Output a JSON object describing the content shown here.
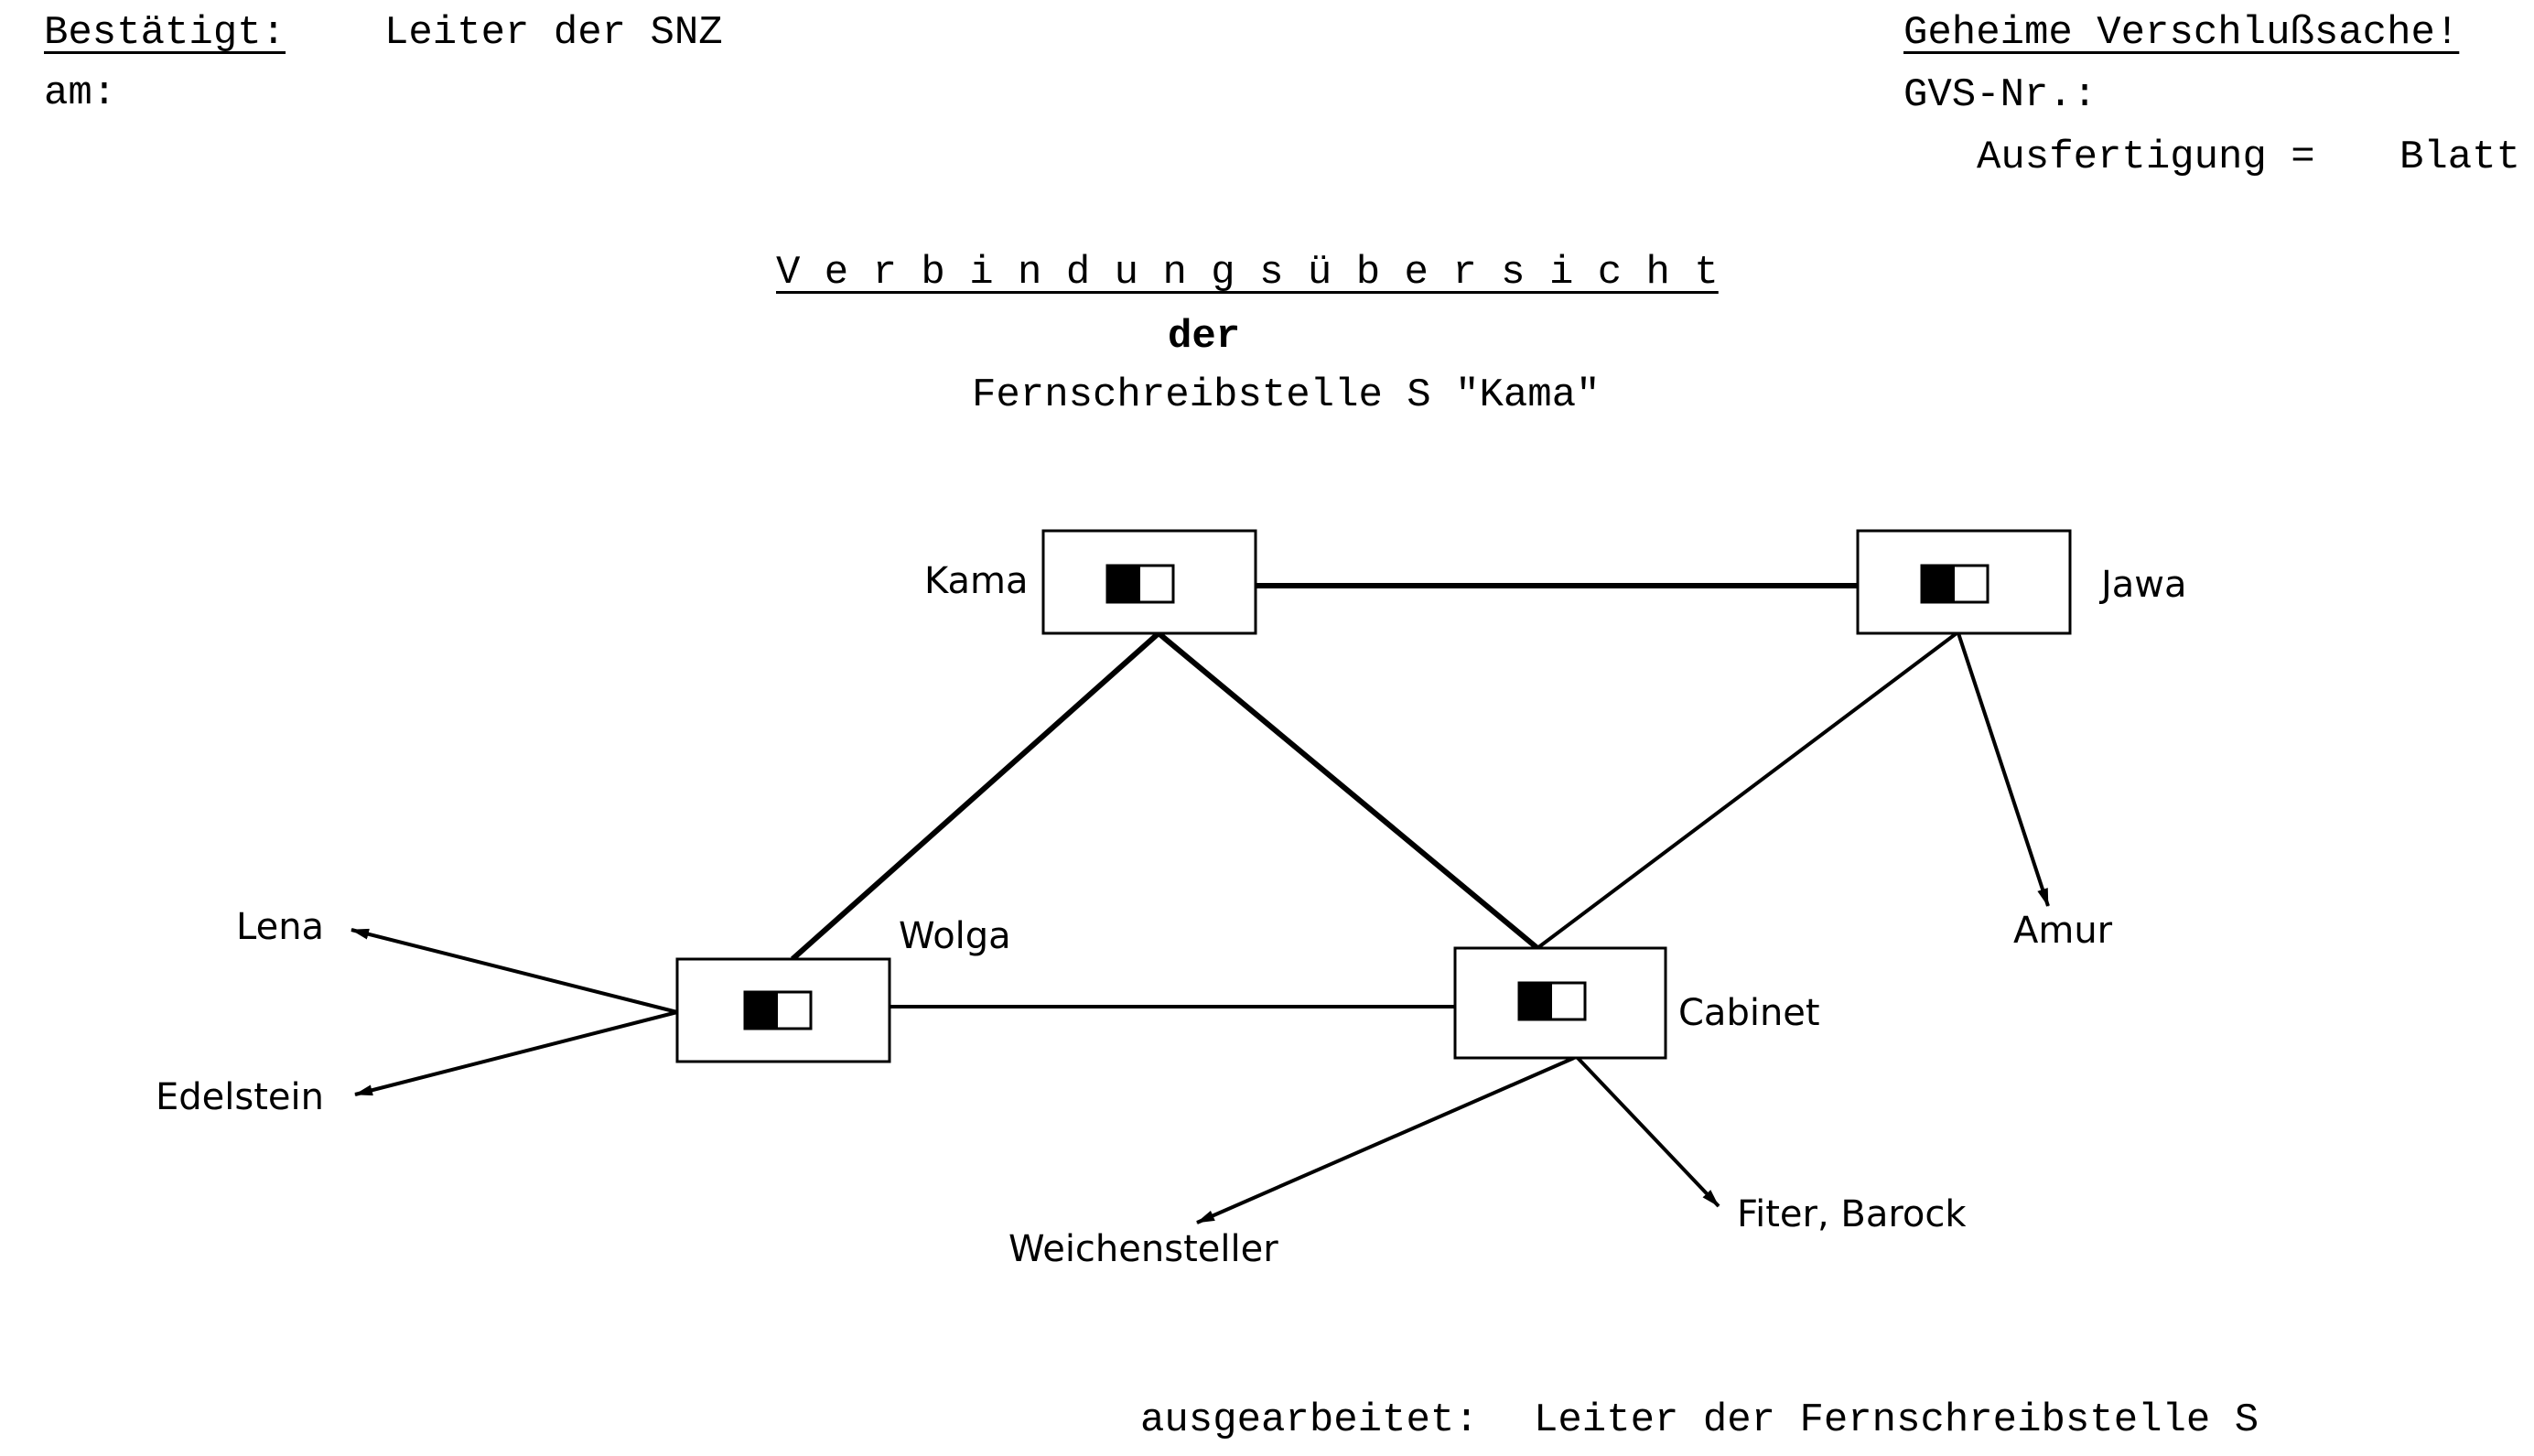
{
  "header": {
    "approved_label": "Bestätigt:",
    "approved_by": "Leiter der SNZ",
    "date_label": "am:",
    "classification": "Geheime Verschlußsache!",
    "gvs_label": "GVS-Nr.:",
    "copy_label": "Ausfertigung =",
    "sheet_label": "Blatt"
  },
  "title": {
    "line1": "V e r b i n d u n g s ü b e r s i c h t",
    "line2": "der",
    "line3": "Fernschreibstelle S \"Kama\""
  },
  "diagram": {
    "nodes": {
      "kama": "Kama",
      "jawa": "Jawa",
      "wolga": "Wolga",
      "cabinet": "Cabinet"
    },
    "endpoints": {
      "lena": "Lena",
      "edelstein": "Edelstein",
      "amur": "Amur",
      "weichensteller": "Weichensteller",
      "fiter_barock": "Fiter, Barock"
    }
  },
  "footer": {
    "prepared_label": "ausgearbeitet:",
    "prepared_by": "Leiter der Fernschreibstelle S"
  }
}
